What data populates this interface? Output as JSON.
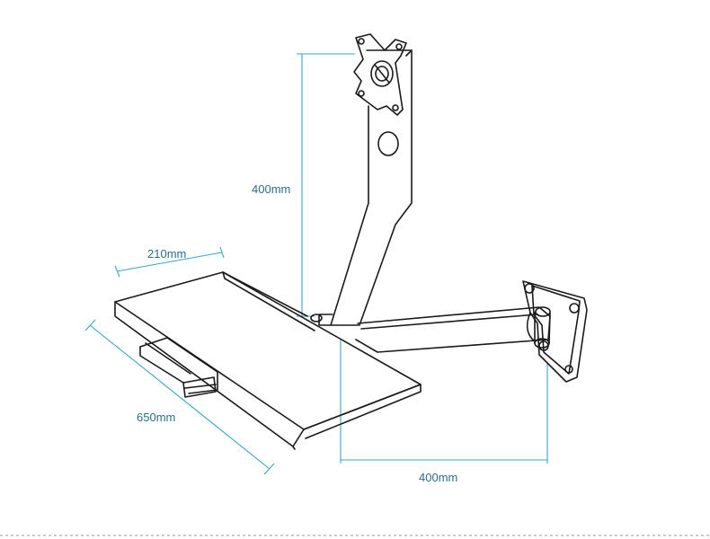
{
  "dimensions": {
    "pole_height": "400mm",
    "tray_depth": "210mm",
    "tray_width": "650mm",
    "arm_reach": "400mm"
  },
  "colors": {
    "dimension_line": "#3aa6c4",
    "dimension_text": "#2a6f87",
    "outline": "#1a1a1a"
  }
}
